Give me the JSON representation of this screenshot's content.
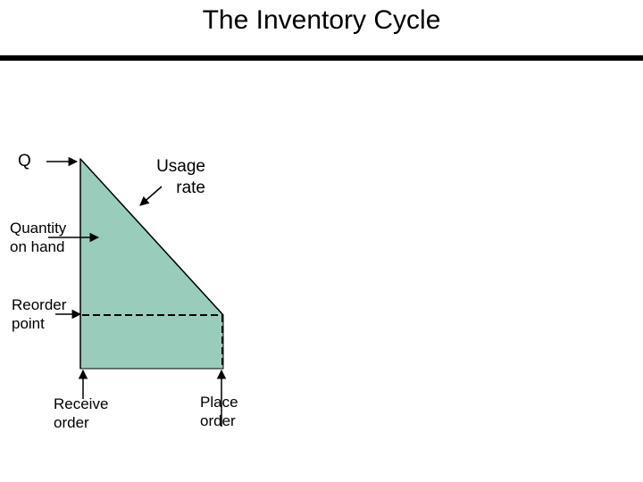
{
  "slide": {
    "title": "The Inventory Cycle"
  },
  "diagram": {
    "labels": {
      "q": "Q",
      "usage_rate": "Usage\nrate",
      "quantity_on_hand": "Quantity\non hand",
      "reorder_point": "Reorder\npoint",
      "receive_order": "Receive\norder",
      "place_order": "Place\norder"
    },
    "colors": {
      "inventory_fill": "#99ccbb",
      "line": "#000000"
    }
  }
}
